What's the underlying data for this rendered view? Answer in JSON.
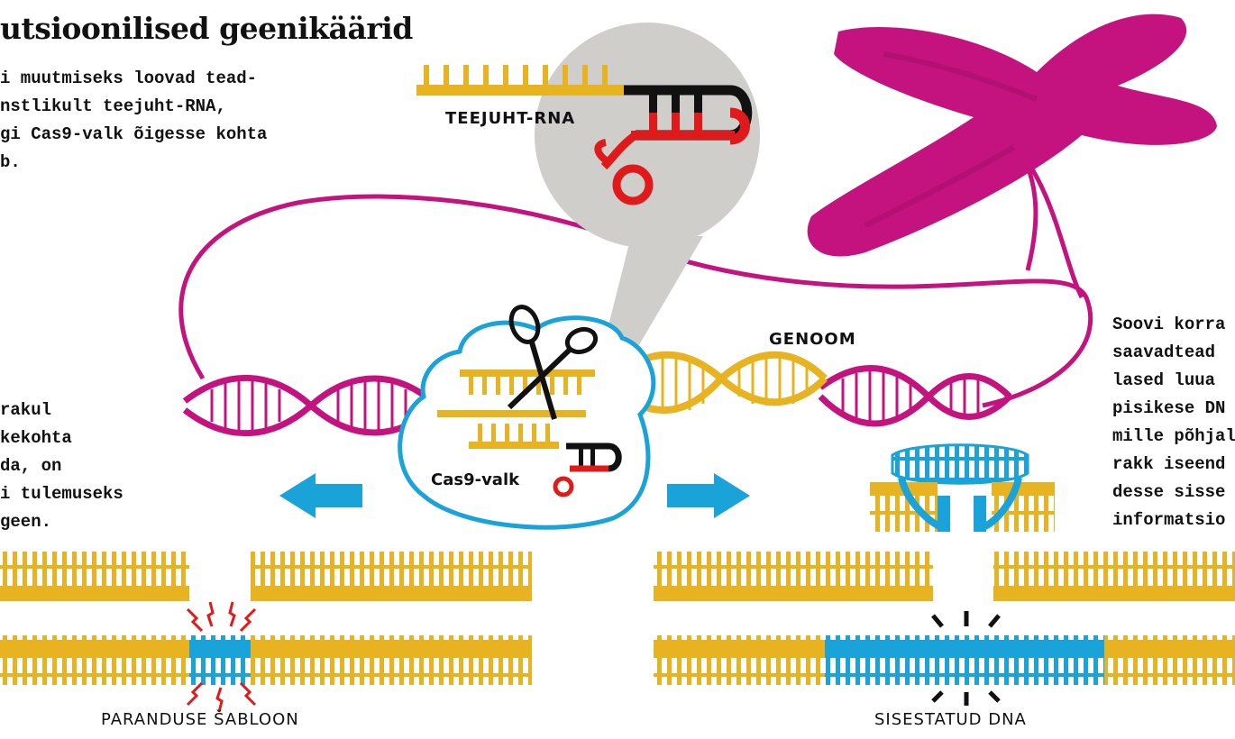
{
  "title": "utsioonilised geenikäärid",
  "intro_lines": [
    "i muutmiseks loovad tead-",
    "nstlikult teejuht-RNA,",
    "gi Cas9-valk õigesse kohta",
    "b."
  ],
  "left_text_lines": [
    "rakul",
    "kekohta",
    "da, on",
    "i tulemuseks",
    "geen."
  ],
  "right_text_lines": [
    "Soovi korra",
    "saavadtead",
    "lased luua",
    "pisikese DN",
    "mille põhjal",
    "rakk iseend",
    "desse sisse",
    "informatsio"
  ],
  "labels": {
    "guide_rna": "TEEJUHT-RNA",
    "genome": "GENOOM",
    "cas9": "Cas9-valk",
    "repair_template": "PARANDUSE ŠABLOON",
    "inserted_dna": "SISESTATUD DNA"
  },
  "colors": {
    "dna_gold": "#e8b321",
    "magenta": "#c4137f",
    "cyan": "#1aa3d8",
    "red": "#e01a1a",
    "bubble_gray": "#cfcecb"
  }
}
